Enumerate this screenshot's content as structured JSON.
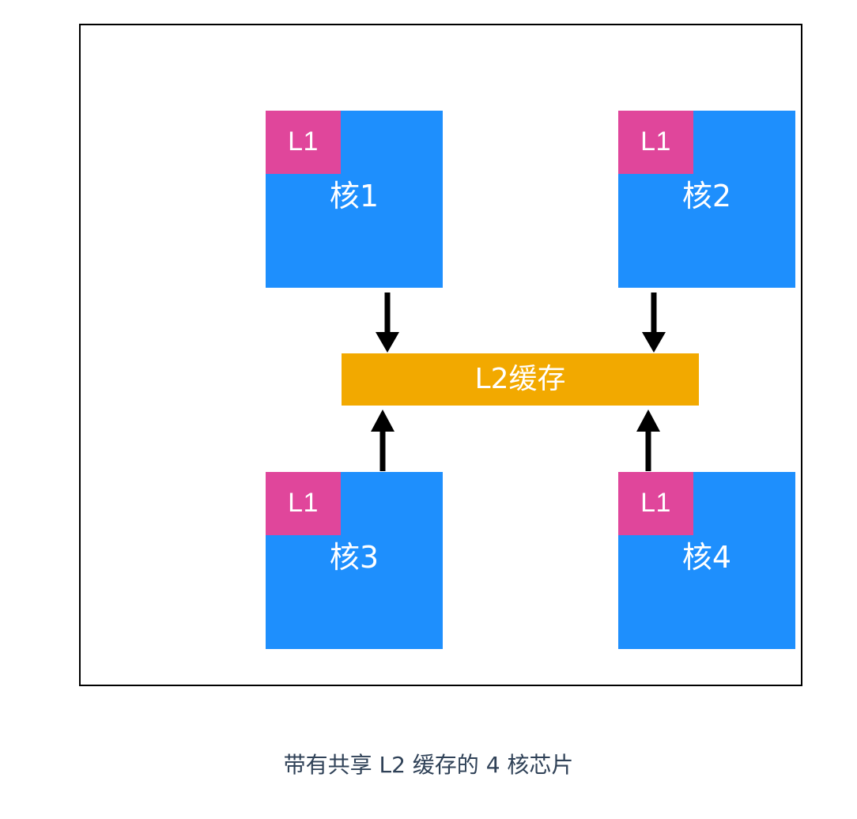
{
  "figure": {
    "caption": "带有共享 L2 缓存的 4 核芯片",
    "boundary_name": "chip-die-boundary"
  },
  "colors": {
    "core_blue": "#1E8FFD",
    "l1_pink": "#E0469B",
    "l2_orange": "#F2A900",
    "border_black": "#000000",
    "caption_text": "#2F4157",
    "label_white": "#FFFFFF"
  },
  "cores": [
    {
      "id": "core-1",
      "label": "核1",
      "cache_label": "L1"
    },
    {
      "id": "core-2",
      "label": "核2",
      "cache_label": "L1"
    },
    {
      "id": "core-3",
      "label": "核3",
      "cache_label": "L1"
    },
    {
      "id": "core-4",
      "label": "核4",
      "cache_label": "L1"
    }
  ],
  "shared_cache": {
    "label": "L2缓存"
  },
  "arrows": [
    {
      "id": "arrow-core1-to-l2",
      "from": "核1",
      "to": "L2缓存",
      "direction": "down"
    },
    {
      "id": "arrow-core2-to-l2",
      "from": "核2",
      "to": "L2缓存",
      "direction": "down"
    },
    {
      "id": "arrow-core3-to-l2",
      "from": "核3",
      "to": "L2缓存",
      "direction": "up"
    },
    {
      "id": "arrow-core4-to-l2",
      "from": "核4",
      "to": "L2缓存",
      "direction": "up"
    }
  ]
}
